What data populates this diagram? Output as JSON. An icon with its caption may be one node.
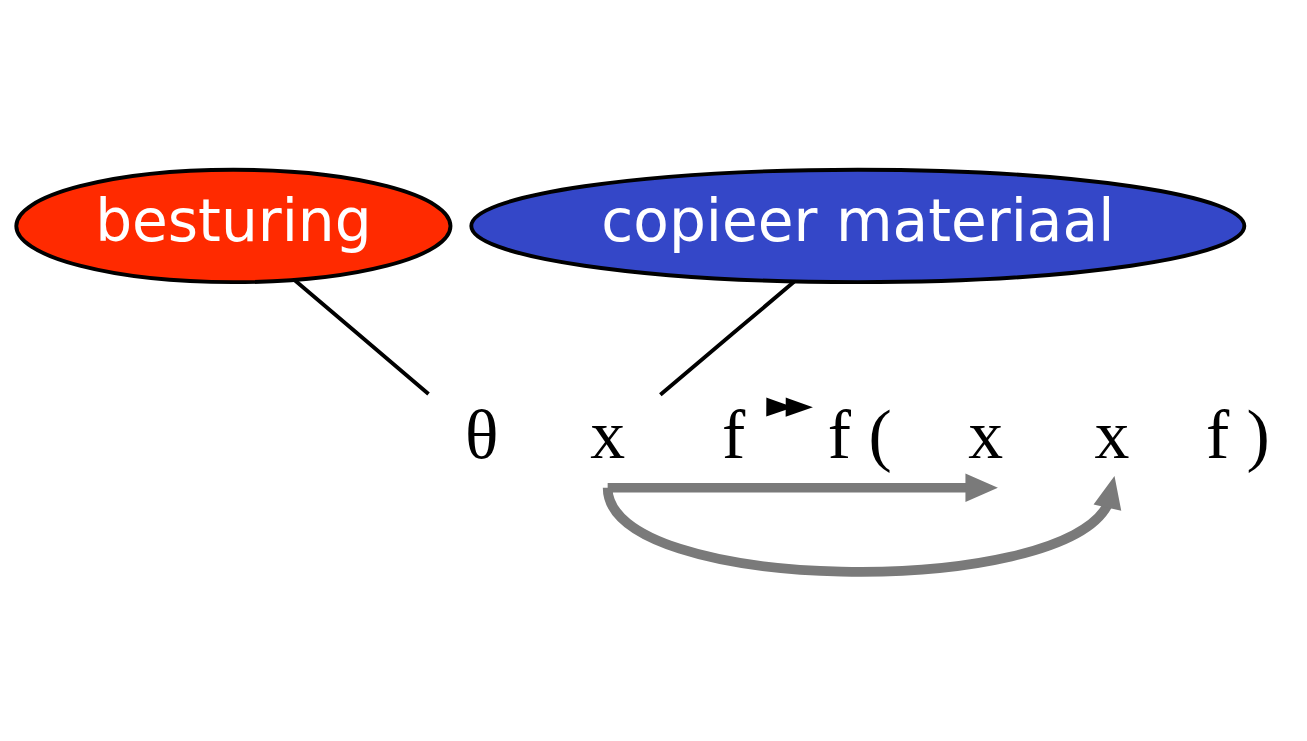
{
  "diagram": {
    "nodes": [
      {
        "text": [
          "besturing"
        ]
      },
      {
        "text": [
          "copieer materiaal"
        ]
      },
      {
        "text": [
          "θ"
        ]
      },
      {
        "text": [
          "x"
        ]
      },
      {
        "text": [
          "f"
        ]
      },
      {
        "text": [
          "f ("
        ]
      },
      {
        "text": [
          "x"
        ]
      },
      {
        "text": [
          "x"
        ]
      },
      {
        "text": [
          "f )"
        ]
      }
    ],
    "edges": [
      {
        "from": 0,
        "to": 2,
        "arrow": "none"
      },
      {
        "from": 1,
        "to": 3,
        "arrow": "none"
      },
      {
        "from": 4,
        "to": 5,
        "arrow": "to"
      },
      {
        "from": 3,
        "to": 6,
        "arrow": "to",
        "style": "thick",
        "color": "#7a7a7a"
      },
      {
        "from": 3,
        "to": 7,
        "arrow": "to",
        "style": "thick",
        "color": "#7a7a7a"
      }
    ]
  }
}
